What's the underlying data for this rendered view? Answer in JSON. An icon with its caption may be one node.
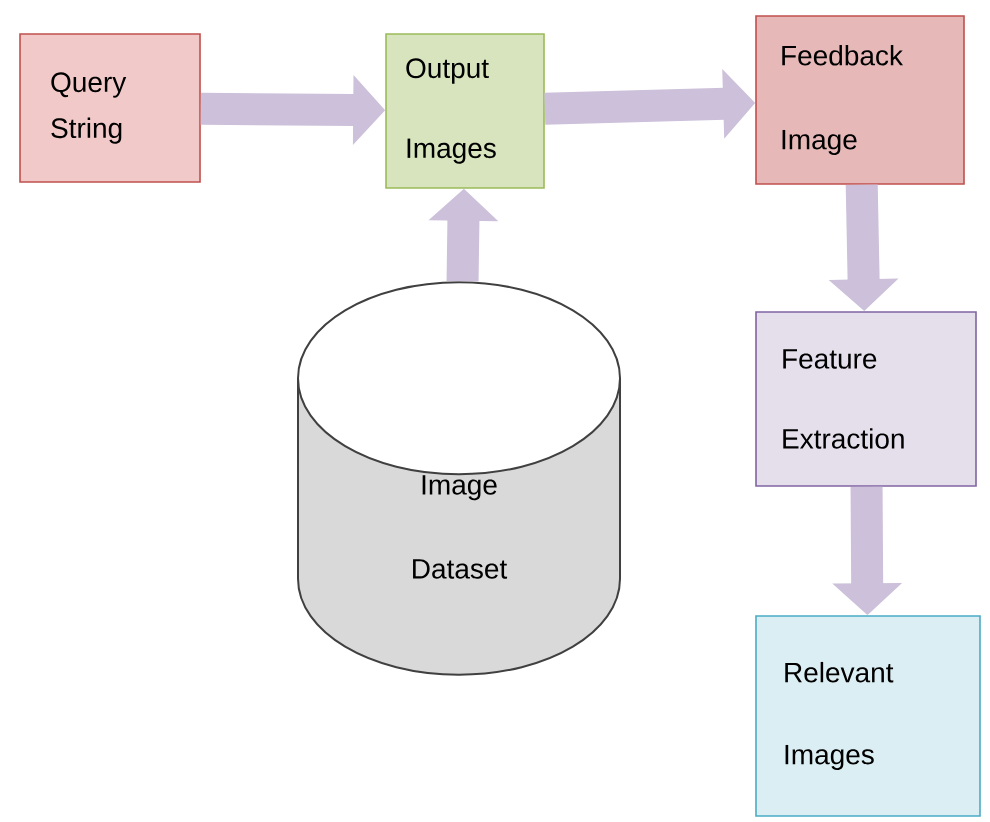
{
  "diagram": {
    "nodes": [
      {
        "text": [
          "Query String"
        ]
      },
      {
        "text": [
          "Output Images"
        ]
      },
      {
        "text": [
          "Feedback Image"
        ]
      },
      {
        "text": [
          "Feature Extraction"
        ]
      },
      {
        "text": [
          "Relevant Images"
        ]
      },
      {
        "text": [
          "Image Dataset"
        ]
      }
    ],
    "edges": [
      {
        "from": 0,
        "to": 1,
        "arrow": "to"
      },
      {
        "from": 1,
        "to": 2,
        "arrow": "to"
      },
      {
        "from": 5,
        "to": 1,
        "arrow": "to"
      },
      {
        "from": 2,
        "to": 3,
        "arrow": "to"
      },
      {
        "from": 3,
        "to": 4,
        "arrow": "to"
      }
    ]
  }
}
